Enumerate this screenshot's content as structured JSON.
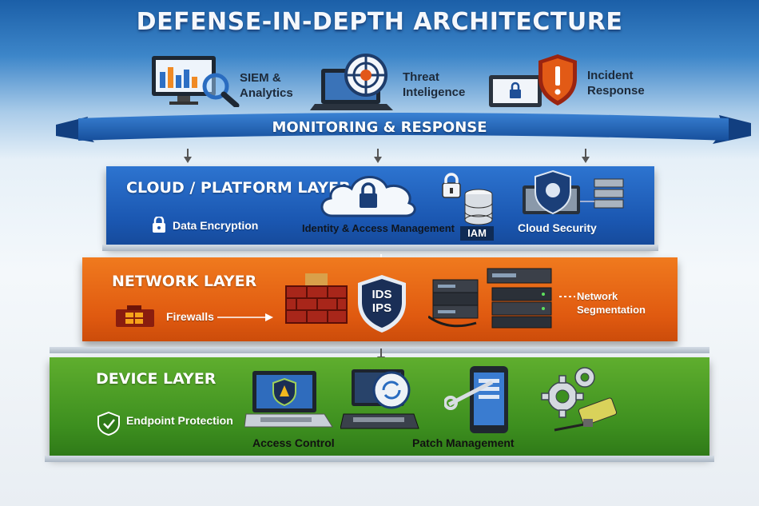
{
  "title": "DEFENSE-IN-DEPTH ARCHITECTURE",
  "monitoring": {
    "banner": "MONITORING & RESPONSE",
    "items": [
      {
        "line1": "SIEM &",
        "line2": "Analytics",
        "icon": "monitor-chart-magnifier-icon"
      },
      {
        "line1": "Threat",
        "line2": "Inteligence",
        "icon": "laptop-crosshair-icon"
      },
      {
        "line1": "Incident",
        "line2": "Response",
        "icon": "shield-alert-icon"
      }
    ]
  },
  "layers": {
    "cloud": {
      "title": "CLOUD / PLATFORM LAYER",
      "items": [
        "Data Encryption",
        "Identity & Access Management",
        "IAM",
        "Cloud Security"
      ]
    },
    "network": {
      "title": "NETWORK LAYER",
      "items": [
        "Firewalls",
        "IDS",
        "IPS",
        "Network",
        "Segmentation"
      ]
    },
    "device": {
      "title": "DEVICE LAYER",
      "items": [
        "Endpoint Protection",
        "Access Control",
        "Patch Management"
      ]
    }
  },
  "colors": {
    "cloud": "#1a56b0",
    "network": "#e05a10",
    "device": "#3d8f1f",
    "ribbon": "#1f5fae"
  }
}
